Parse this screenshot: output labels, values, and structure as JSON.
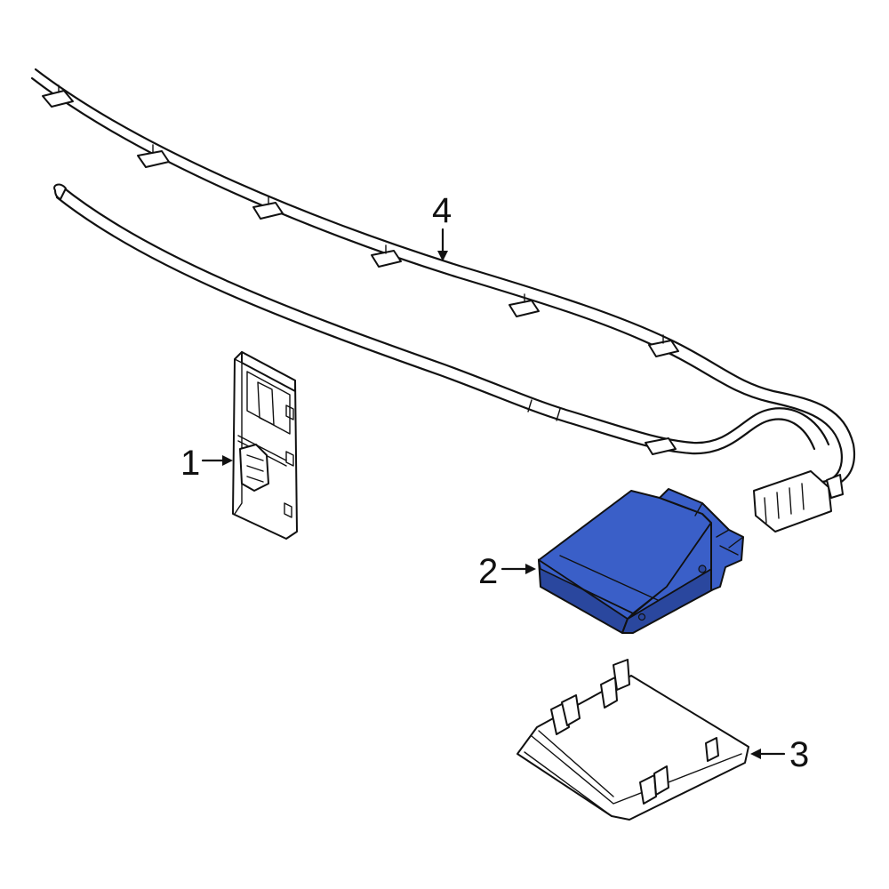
{
  "callouts": [
    {
      "id": "1",
      "label": "1"
    },
    {
      "id": "2",
      "label": "2"
    },
    {
      "id": "3",
      "label": "3"
    },
    {
      "id": "4",
      "label": "4"
    }
  ],
  "colors": {
    "highlight_part": "#3a5fc8",
    "highlight_dark": "#2a479e",
    "outline": "#111111",
    "background": "#ffffff"
  }
}
